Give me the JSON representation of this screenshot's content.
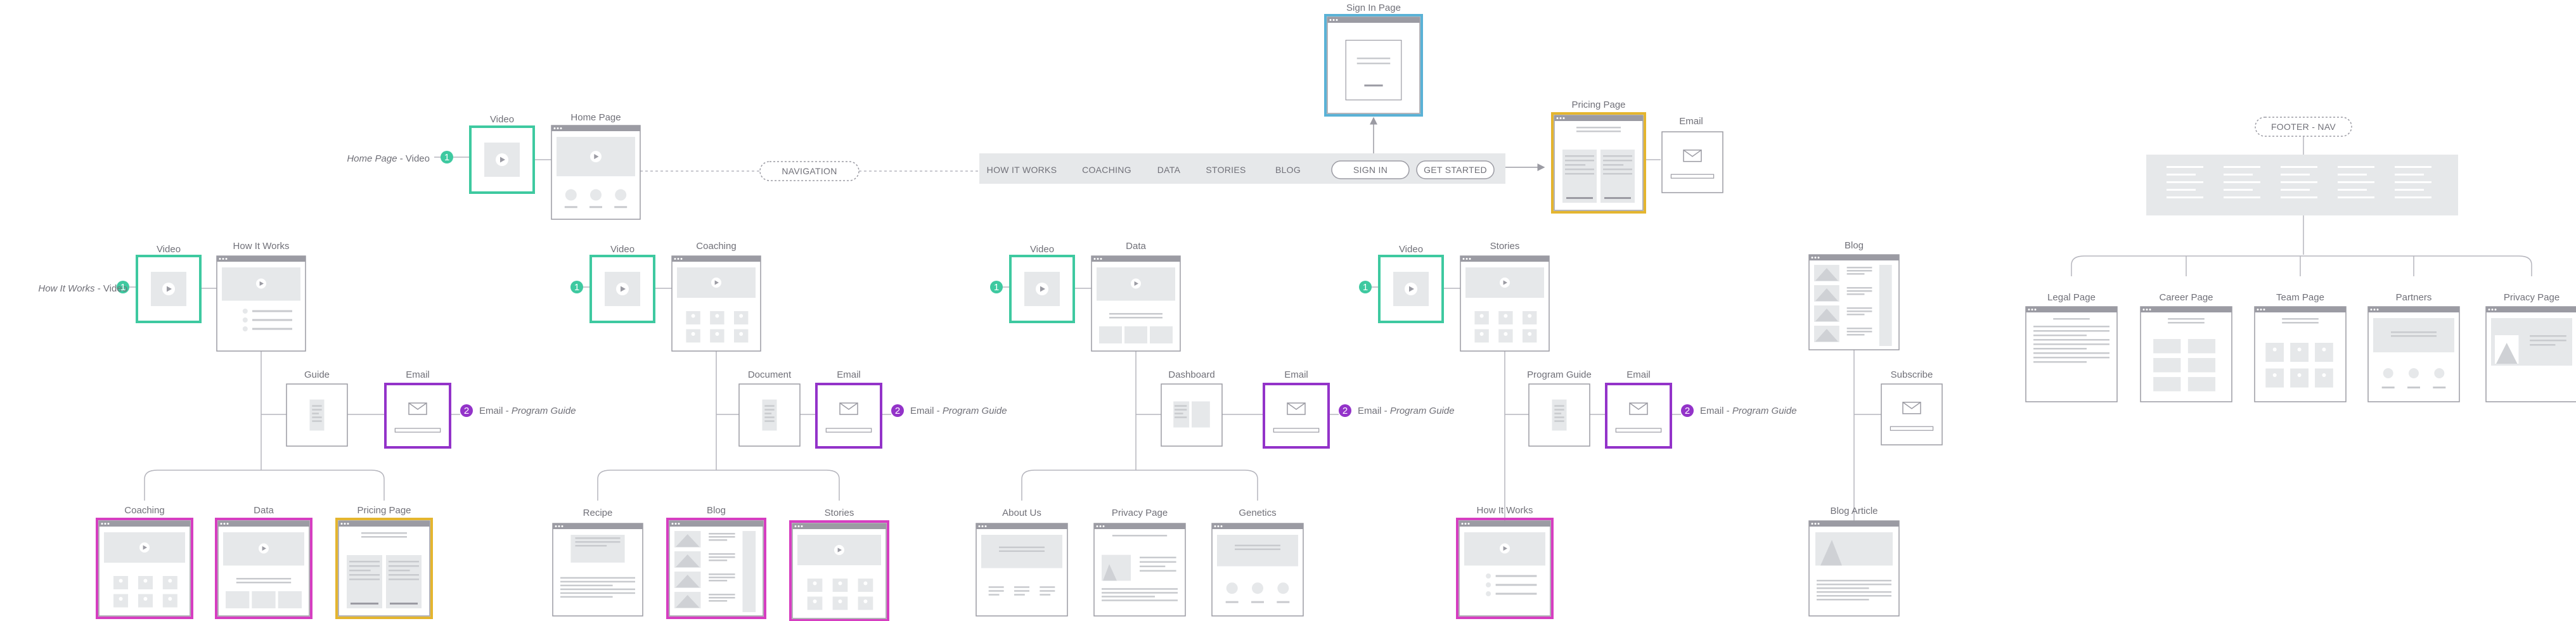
{
  "colors": {
    "frame": "#9b9ba3",
    "fill": "#e6e8ea",
    "video": "#3ec9a0",
    "email": "#9333c9",
    "signin": "#5ab2d6",
    "pricing": "#e4b52f",
    "article": "#d63ec1",
    "line": "#b5b5bd"
  },
  "header": {
    "home_label": "Home Page",
    "video_label": "Video",
    "home_video_caption": "Home Page",
    "home_video_caption_rest": " - Video",
    "marker_1": "1",
    "navigation": "NAVIGATION",
    "nav_items": [
      "HOW IT WORKS",
      "COACHING",
      "DATA",
      "STORIES",
      "BLOG"
    ],
    "signin_button": "SIGN IN",
    "started_button": "GET STARTED",
    "signin_page": "Sign In Page",
    "pricing_page": "Pricing Page",
    "email": "Email"
  },
  "sections": {
    "how_it_works": {
      "video": "Video",
      "page": "How It Works",
      "video_caption": "How It Works",
      "video_caption_rest": " - Video",
      "guide": "Guide",
      "email": "Email",
      "email_caption": "Email - ",
      "email_caption_em": "Program Guide",
      "children": [
        "Coaching",
        "Data",
        "Pricing Page"
      ]
    },
    "coaching": {
      "video": "Video",
      "page": "Coaching",
      "doc": "Document",
      "email": "Email",
      "email_caption": "Email - ",
      "email_caption_em": "Program Guide",
      "children": [
        "Recipe",
        "Blog",
        "Stories"
      ]
    },
    "data": {
      "video": "Video",
      "page": "Data",
      "doc": "Dashboard",
      "email": "Email",
      "email_caption": "Email - ",
      "email_caption_em": "Program Guide",
      "children": [
        "About Us",
        "Privacy Page",
        "Genetics"
      ]
    },
    "stories": {
      "video": "Video",
      "page": "Stories",
      "doc": "Program Guide",
      "email": "Email",
      "email_caption": "Email - ",
      "email_caption_em": "Program Guide",
      "children": [
        "How It Works"
      ]
    },
    "blog": {
      "page": "Blog",
      "subscribe": "Subscribe",
      "article": "Blog Article"
    }
  },
  "marker_2": "2",
  "footer": {
    "title": "FOOTER - NAV",
    "pages": [
      "Legal Page",
      "Career Page",
      "Team Page",
      "Partners",
      "Privacy Page"
    ]
  }
}
